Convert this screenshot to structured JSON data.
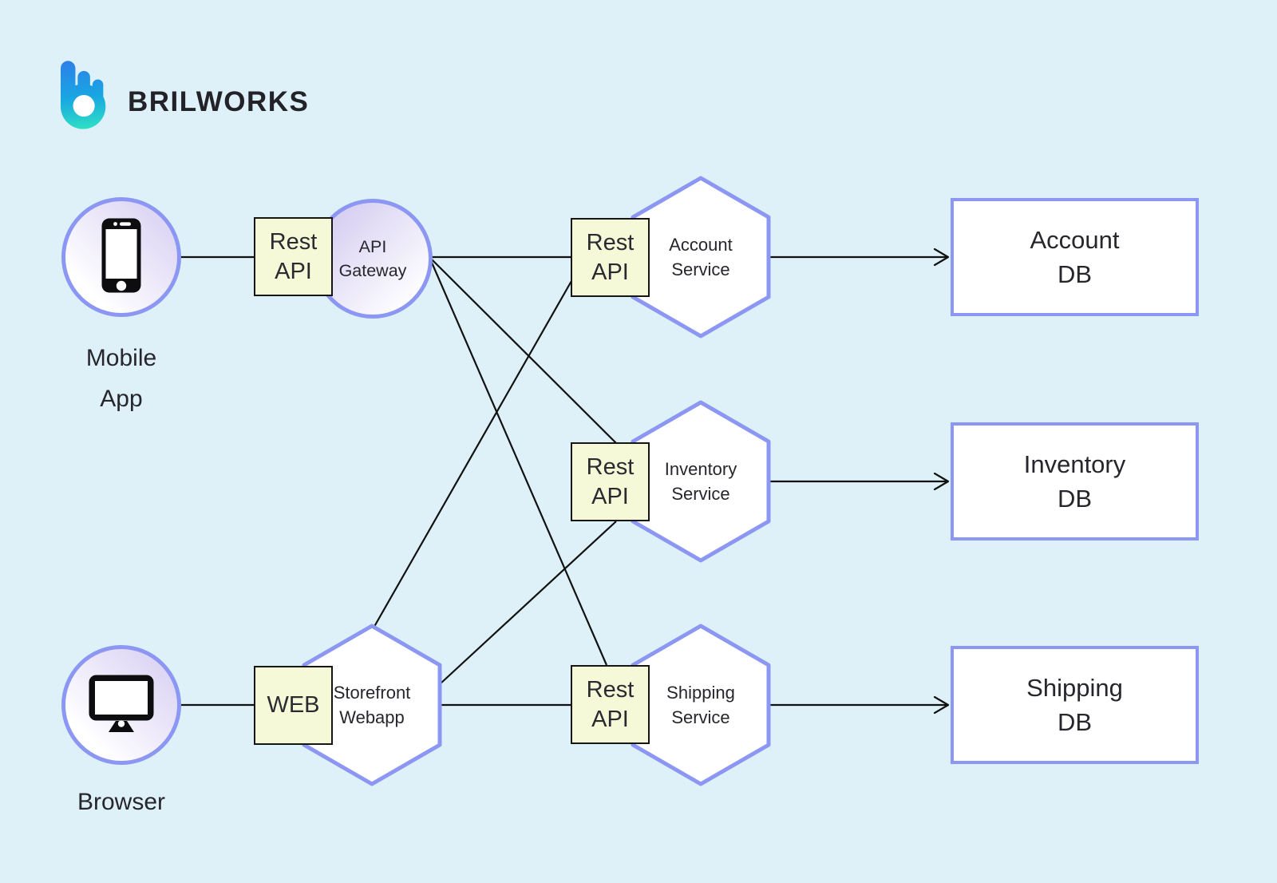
{
  "brand": {
    "name": "BRILWORKS",
    "logo_icon": "brilworks-b-icon"
  },
  "clients": {
    "mobile": {
      "label": [
        "Mobile",
        "App"
      ],
      "icon": "smartphone-icon"
    },
    "browser": {
      "label": [
        "Browser"
      ],
      "icon": "monitor-icon"
    }
  },
  "gateway": {
    "label": [
      "API",
      "Gateway"
    ]
  },
  "storefront": {
    "label": [
      "Storefront",
      "Webapp"
    ]
  },
  "labels": {
    "rest_api": [
      "Rest",
      "API"
    ],
    "web": "WEB"
  },
  "services": {
    "account": {
      "name": [
        "Account",
        "Service"
      ],
      "db": [
        "Account",
        "DB"
      ]
    },
    "inventory": {
      "name": [
        "Inventory",
        "Service"
      ],
      "db": [
        "Inventory",
        "DB"
      ]
    },
    "shipping": {
      "name": [
        "Shipping",
        "Service"
      ],
      "db": [
        "Shipping",
        "DB"
      ]
    }
  },
  "colors": {
    "background": "#def1f8",
    "node_border": "#8b97f3",
    "node_fill": "#ffffff",
    "circle_gradient": "#d5ccf2",
    "api_box_fill": "#f6f9d8",
    "api_box_border": "#161616",
    "line": "#111111",
    "text": "#26262c",
    "logo_gradient_top": "#2e7ee9",
    "logo_gradient_bottom": "#2fe0c4"
  }
}
